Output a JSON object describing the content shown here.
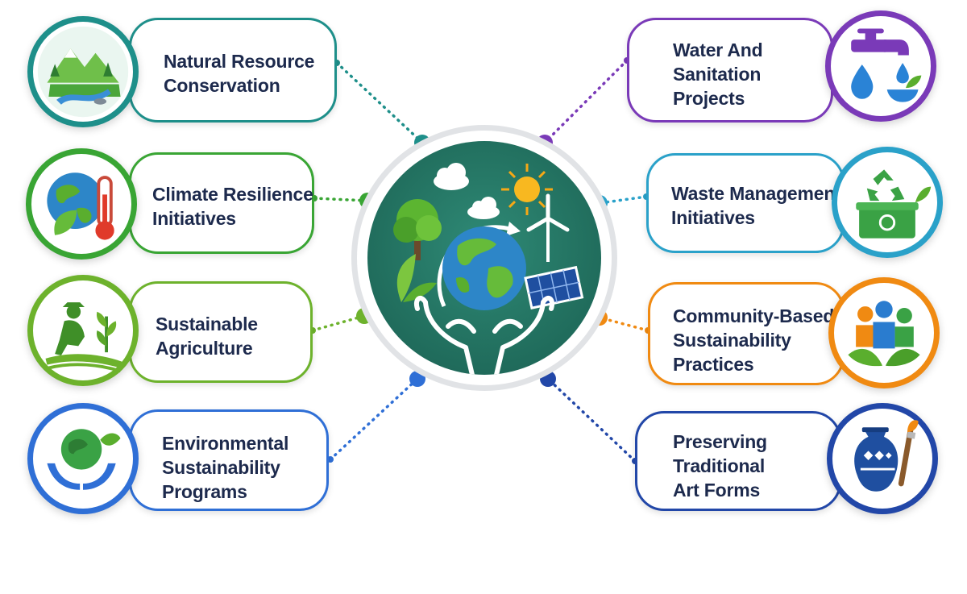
{
  "center": {
    "icon": "earth-in-hands-icon"
  },
  "items": [
    {
      "id": "natural-resource-conservation",
      "side": "left",
      "color": "#1e8f8a",
      "icon": "mountain-river-icon",
      "lines": [
        "Natural Resource",
        "Conservation"
      ]
    },
    {
      "id": "climate-resilience-initiatives",
      "side": "left",
      "color": "#39a534",
      "icon": "globe-thermometer-icon",
      "lines": [
        "Climate Resilience",
        "Initiatives"
      ]
    },
    {
      "id": "sustainable-agriculture",
      "side": "left",
      "color": "#6db22c",
      "icon": "farmer-plant-icon",
      "lines": [
        "Sustainable",
        "Agriculture"
      ]
    },
    {
      "id": "environmental-sustainability-programs",
      "side": "left",
      "color": "#2f6fd6",
      "icon": "globe-hands-icon",
      "lines": [
        "Environmental",
        "Sustainability",
        "Programs"
      ]
    },
    {
      "id": "water-and-sanitation-projects",
      "side": "right",
      "color": "#7a3ab8",
      "icon": "water-tap-icon",
      "lines": [
        "Water And",
        "Sanitation",
        "Projects"
      ]
    },
    {
      "id": "waste-management-initiatives",
      "side": "right",
      "color": "#2aa1c9",
      "icon": "recycle-bin-icon",
      "lines": [
        "Waste Management",
        "Initiatives"
      ]
    },
    {
      "id": "community-based-sustainability-practices",
      "side": "right",
      "color": "#f08a12",
      "icon": "community-people-icon",
      "lines": [
        "Community-Based",
        "Sustainability",
        "Practices"
      ]
    },
    {
      "id": "preserving-traditional-art-forms",
      "side": "right",
      "color": "#2247a8",
      "icon": "vase-paintbrush-icon",
      "lines": [
        "Preserving",
        "Traditional",
        "Art Forms"
      ]
    }
  ]
}
